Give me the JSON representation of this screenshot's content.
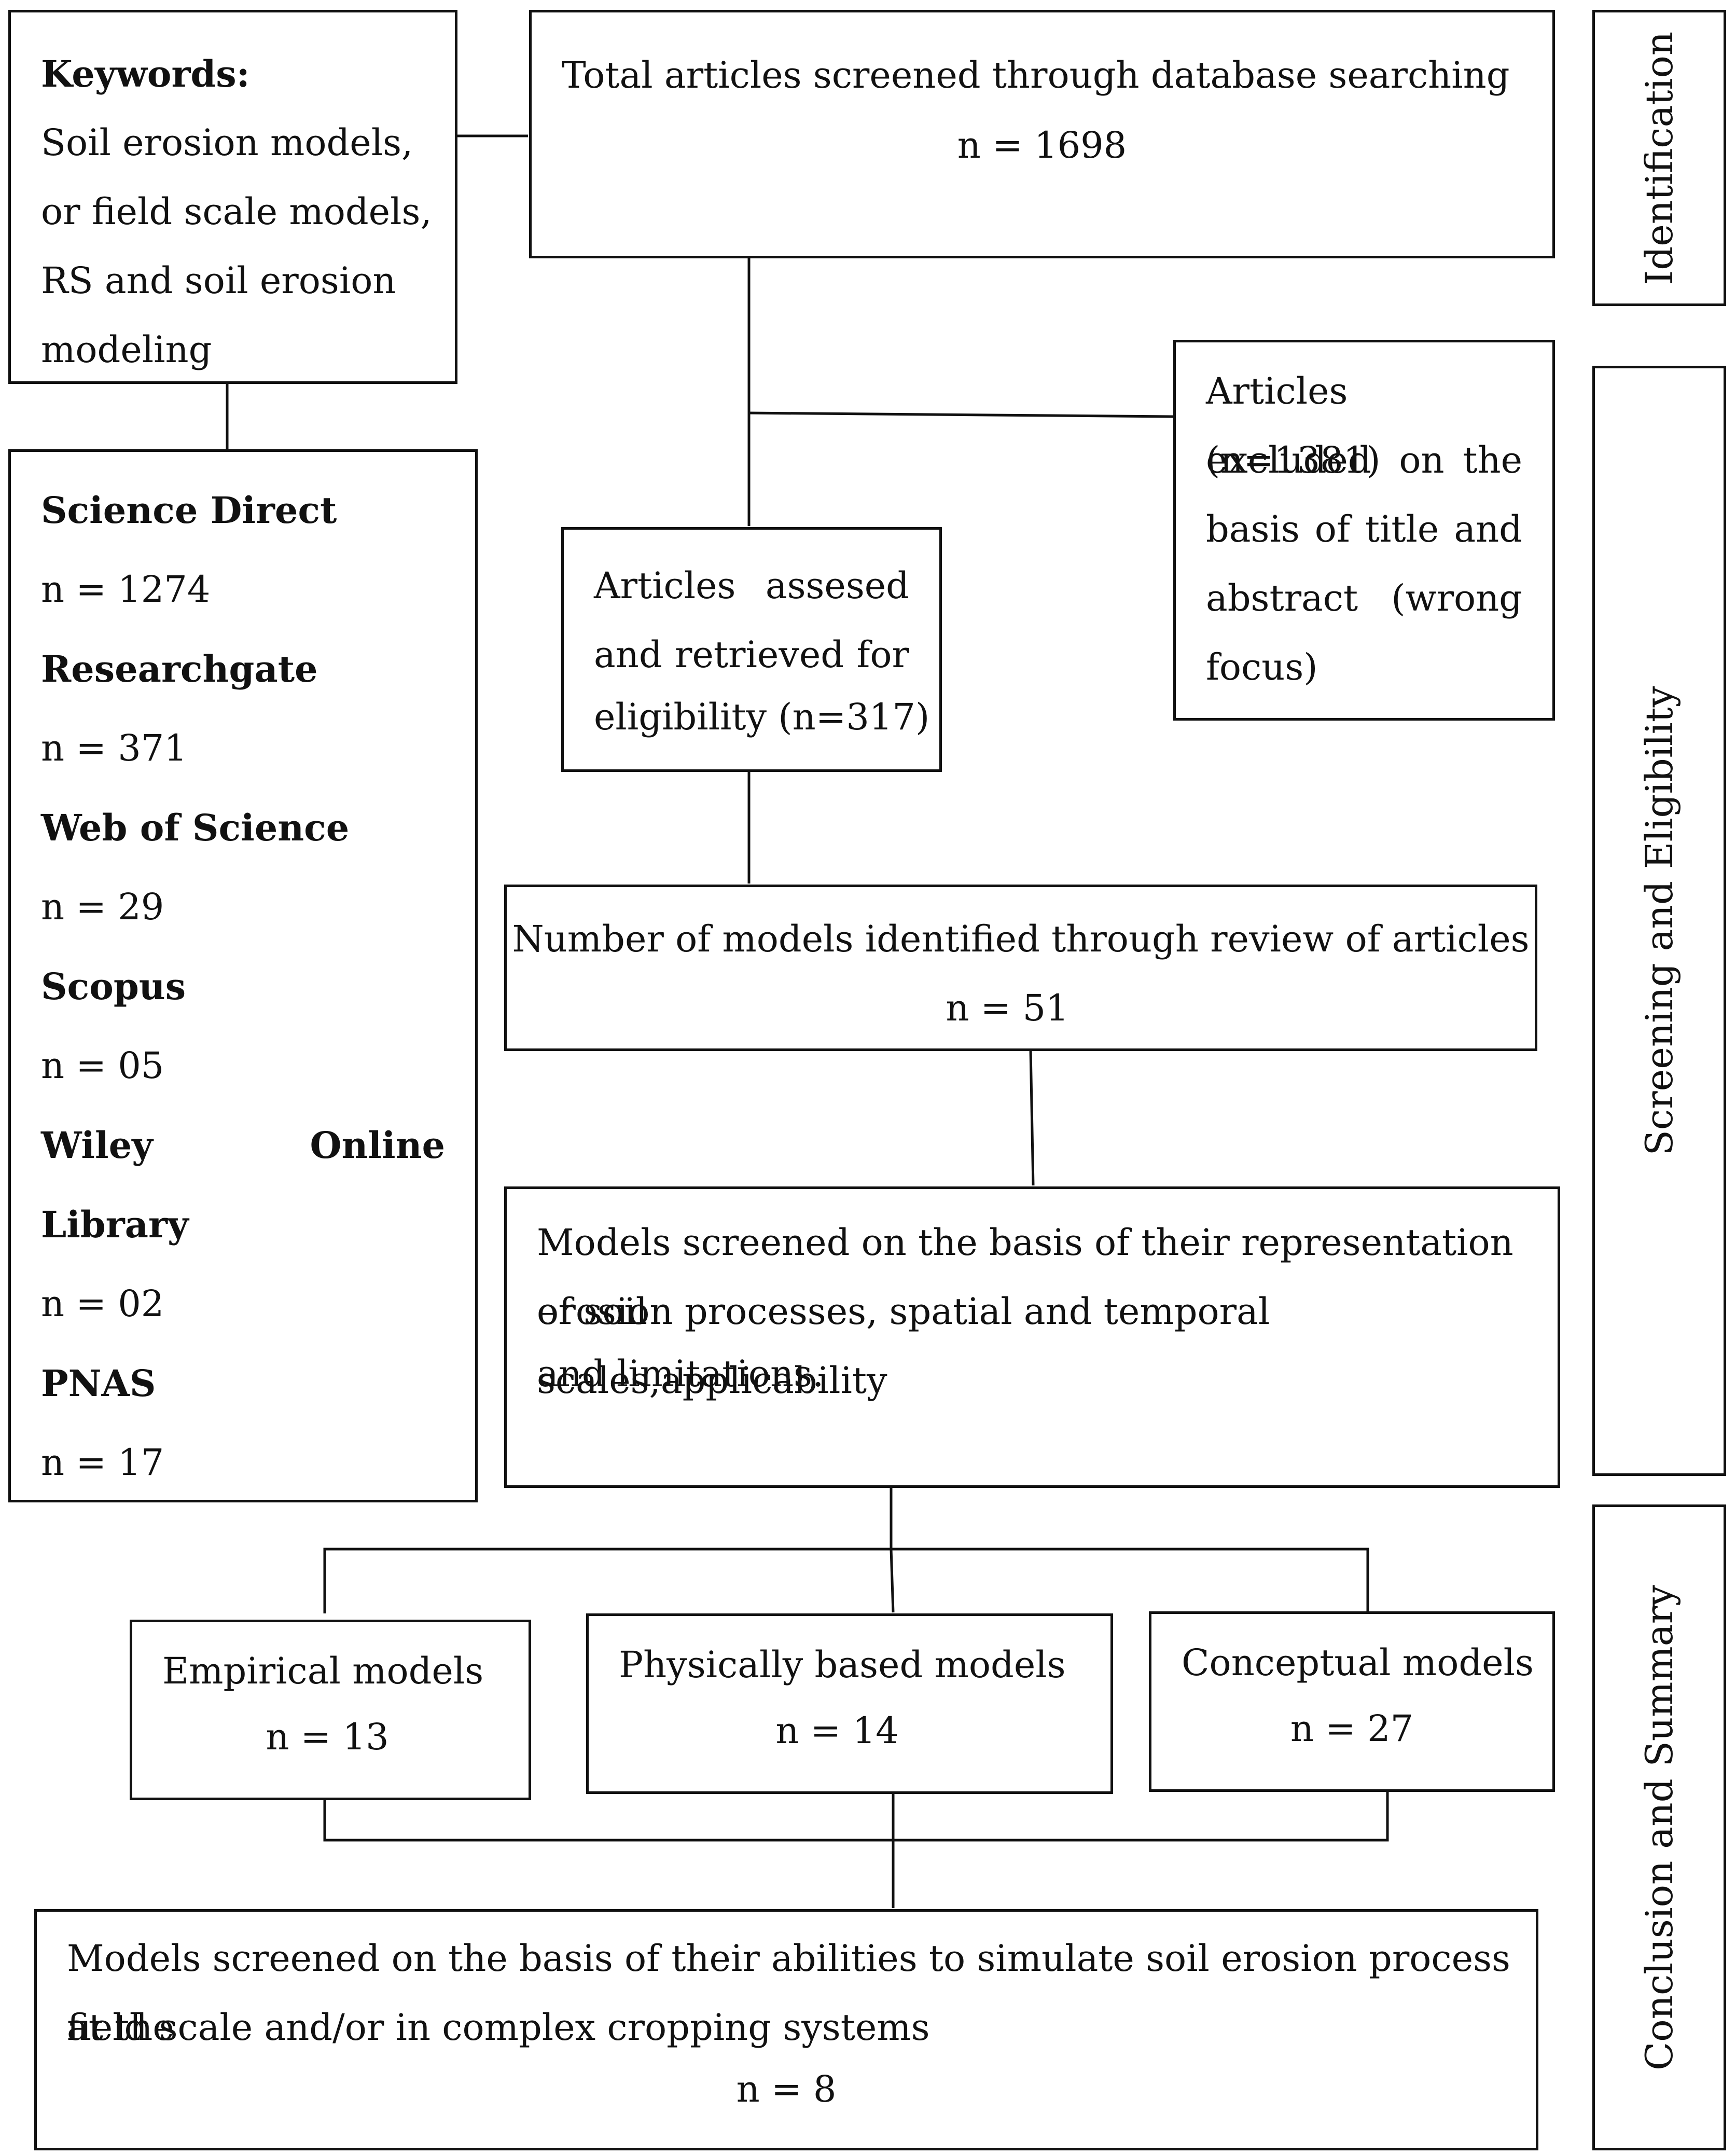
{
  "keywords": {
    "title": "Keywords:",
    "lines": [
      "Soil erosion models,",
      "or field scale models,",
      "RS and soil erosion",
      "modeling"
    ]
  },
  "sources": [
    {
      "name": "Science Direct",
      "count": "n = 1274"
    },
    {
      "name": "Researchgate",
      "count": "n = 371"
    },
    {
      "name": "Web of Science",
      "count": "n = 29"
    },
    {
      "name": "Scopus",
      "count": "n = 05"
    },
    {
      "name_part1": "Wiley",
      "name_part2": "Online",
      "name_line2": "Library",
      "count": "n = 02"
    },
    {
      "name": "PNAS",
      "count": "n = 17"
    }
  ],
  "total": {
    "label": "Total articles screened through database searching",
    "count": "n = 1698"
  },
  "excluded": {
    "lines": [
      "Articles excluded",
      "(n=1381) on the",
      "basis of title and",
      "abstract (wrong"
    ],
    "last_line": "focus)"
  },
  "assessed": {
    "lines": [
      "Articles assesed",
      "and retrieved for"
    ],
    "last_line": "eligibility (n=317)"
  },
  "models_identified": {
    "label": "Number of models identified through review of articles",
    "count": "n = 51"
  },
  "models_screened": {
    "lines": [
      "Models screened on the basis of their representation of soil",
      "erosion processes, spatial and temporal scales,applicability",
      "and limitations."
    ]
  },
  "categories": [
    {
      "label": "Empirical models",
      "count": "n = 13"
    },
    {
      "label": "Physically based models",
      "count": "n = 14"
    },
    {
      "label": "Conceptual models",
      "count": "n = 27"
    }
  ],
  "final": {
    "line1": "Models screened on the basis of their abilities to simulate soil erosion process at the",
    "line2": "field scale and/or in complex cropping systems",
    "count": "n = 8"
  },
  "stages": [
    "Identification",
    "Screening and Eligibility",
    "Conclusion and Summary"
  ]
}
